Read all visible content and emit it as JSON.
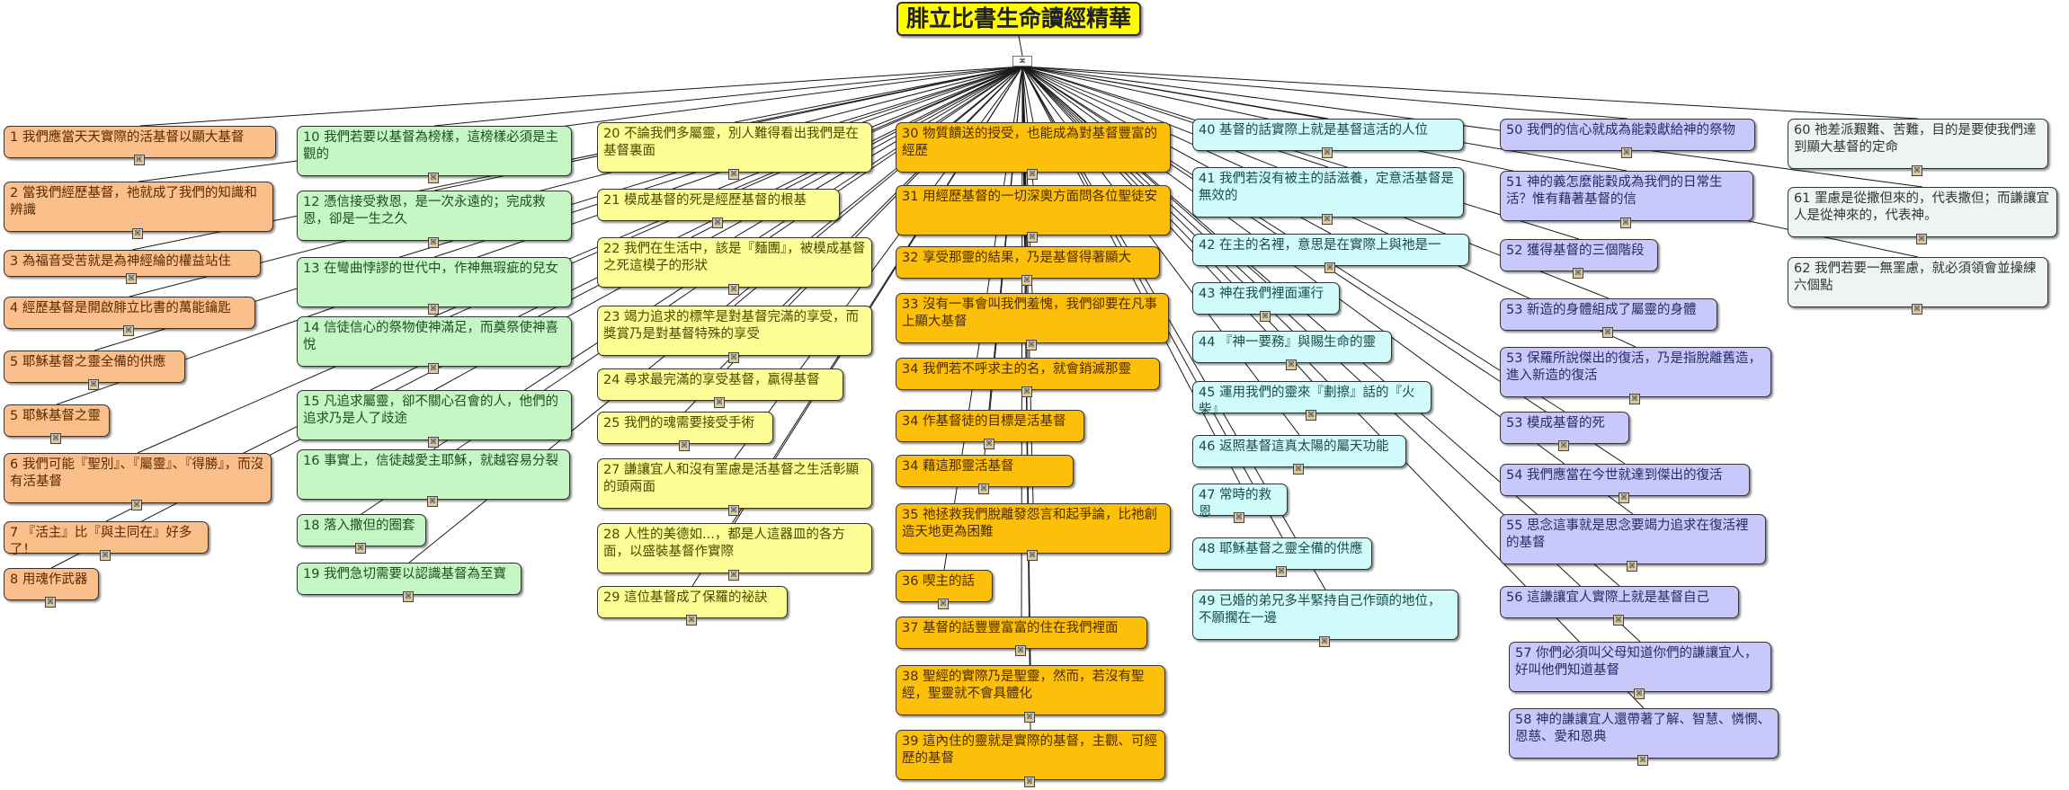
{
  "title": "腓立比書生命讀經精華",
  "hub_icon": "link-hub-icon",
  "colors": {
    "orange": "#fbbf8c",
    "green": "#c6f5c6",
    "yellow": "#fdfd96",
    "gold": "#fcc00b",
    "cyan": "#d0fbfb",
    "purple": "#c8c8fb",
    "grey": "#eef3f3",
    "root": "#fffb00"
  },
  "nodes": [
    {
      "text": "1 我們應當天天實際的活基督以顯大基督",
      "color": "orange"
    },
    {
      "text": "2 當我們經歷基督，祂就成了我們的知識和辨識",
      "color": "orange"
    },
    {
      "text": "3 為福音受苦就是為神經綸的權益站住",
      "color": "orange"
    },
    {
      "text": "4 經歷基督是開啟腓立比書的萬能鑰匙",
      "color": "orange"
    },
    {
      "text": "5 耶穌基督之靈全備的供應",
      "color": "orange"
    },
    {
      "text": "5 耶穌基督之靈",
      "color": "orange"
    },
    {
      "text": "6 我們可能『聖別』、『屬靈』、『得勝』，而沒有活基督",
      "color": "orange"
    },
    {
      "text": "7 『活主』比『與主同在』好多了！",
      "color": "orange"
    },
    {
      "text": "8 用魂作武器",
      "color": "orange"
    },
    {
      "text": "10 我們若要以基督為榜樣，這榜樣必須是主觀的",
      "color": "green"
    },
    {
      "text": "12 憑信接受救恩，是一次永遠的；完成救恩，卻是一生之久",
      "color": "green"
    },
    {
      "text": "13 在彎曲悖謬的世代中，作神無瑕疵的兒女",
      "color": "green"
    },
    {
      "text": "14 信徒信心的祭物使神滿足，而奠祭使神喜悅",
      "color": "green"
    },
    {
      "text": "15 凡追求屬靈，卻不關心召會的人，他們的追求乃是人了歧途",
      "color": "green"
    },
    {
      "text": "16 事實上，信徒越愛主耶穌，就越容易分裂",
      "color": "green"
    },
    {
      "text": "18 落入撒但的圈套",
      "color": "green"
    },
    {
      "text": "19 我們急切需要以認識基督為至寶",
      "color": "green"
    },
    {
      "text": "20 不論我們多屬靈，別人難得看出我們是在基督裏面",
      "color": "yellow"
    },
    {
      "text": "21 模成基督的死是經歷基督的根基",
      "color": "yellow"
    },
    {
      "text": "22 我們在生活中，該是『麵團』，被模成基督之死這模子的形狀",
      "color": "yellow"
    },
    {
      "text": "23 竭力追求的標竿是對基督完滿的享受，而獎賞乃是對基督特殊的享受",
      "color": "yellow"
    },
    {
      "text": "24 尋求最完滿的享受基督，贏得基督",
      "color": "yellow"
    },
    {
      "text": "25 我們的魂需要接受手術",
      "color": "yellow"
    },
    {
      "text": "27 謙讓宜人和沒有罣慮是活基督之生活彰顯的頭兩面",
      "color": "yellow"
    },
    {
      "text": "28 人性的美德如...，都是人這器皿的各方面，以盛裝基督作實際",
      "color": "yellow"
    },
    {
      "text": "29 這位基督成了保羅的祕訣",
      "color": "yellow"
    },
    {
      "text": "30 物質饋送的授受，也能成為對基督豐富的經歷",
      "color": "gold"
    },
    {
      "text": "31 用經歷基督的一切深奧方面問各位聖徒安",
      "color": "gold"
    },
    {
      "text": "32 享受那靈的結果，乃是基督得著顯大",
      "color": "gold"
    },
    {
      "text": "33 沒有一事會叫我們羞愧，我們卻要在凡事上顯大基督",
      "color": "gold"
    },
    {
      "text": "34 我們若不呼求主的名，就會銷滅那靈",
      "color": "gold"
    },
    {
      "text": "34 作基督徒的目標是活基督",
      "color": "gold"
    },
    {
      "text": "34 藉這那靈活基督",
      "color": "gold"
    },
    {
      "text": "35 祂拯救我們脫離發怨言和起爭論，比祂創造天地更為困難",
      "color": "gold"
    },
    {
      "text": "36 喫主的話",
      "color": "gold"
    },
    {
      "text": "37 基督的話豐豐富富的住在我們裡面",
      "color": "gold"
    },
    {
      "text": "38 聖經的實際乃是聖靈，然而，若沒有聖經，聖靈就不會具體化",
      "color": "gold"
    },
    {
      "text": "39 這內住的靈就是實際的基督，主觀、可經歷的基督",
      "color": "gold"
    },
    {
      "text": "40 基督的話實際上就是基督這活的人位",
      "color": "cyan"
    },
    {
      "text": "41 我們若沒有被主的話滋養，定意活基督是無效的",
      "color": "cyan"
    },
    {
      "text": "42 在主的名裡，意思是在實際上與祂是一",
      "color": "cyan"
    },
    {
      "text": "43 神在我們裡面運行",
      "color": "cyan"
    },
    {
      "text": "44 『神一要務』與賜生命的靈",
      "color": "cyan"
    },
    {
      "text": "45 運用我們的靈來『劃擦』話的『火柴』",
      "color": "cyan"
    },
    {
      "text": "46 返照基督這真太陽的屬天功能",
      "color": "cyan"
    },
    {
      "text": "47 常時的救恩",
      "color": "cyan"
    },
    {
      "text": "48 耶穌基督之靈全備的供應",
      "color": "cyan"
    },
    {
      "text": "49 已婚的弟兄多半緊持自己作頭的地位，不願擱在一邊",
      "color": "cyan"
    },
    {
      "text": "50 我們的信心就成為能穀獻給神的祭物",
      "color": "purple"
    },
    {
      "text": "51 神的義怎麼能穀成為我們的日常生活？惟有藉著基督的信",
      "color": "purple"
    },
    {
      "text": "52 獲得基督的三個階段",
      "color": "purple"
    },
    {
      "text": "53 新造的身體組成了屬靈的身體",
      "color": "purple"
    },
    {
      "text": "53 保羅所說傑出的復活，乃是指脫離舊造，進入新造的復活",
      "color": "purple"
    },
    {
      "text": "53 模成基督的死",
      "color": "purple"
    },
    {
      "text": "54 我們應當在今世就達到傑出的復活",
      "color": "purple"
    },
    {
      "text": "55 思念這事就是思念要竭力追求在復活裡的基督",
      "color": "purple"
    },
    {
      "text": "56 這謙讓宜人實際上就是基督自己",
      "color": "purple"
    },
    {
      "text": "57 你們必須叫父母知道你們的謙讓宜人，好叫他們知道基督",
      "color": "purple"
    },
    {
      "text": "58 神的謙讓宜人還帶著了解、智慧、憐憫、恩慈、愛和恩典",
      "color": "purple"
    },
    {
      "text": "60 祂差派艱難、苦難，目的是要使我們達到顯大基督的定命",
      "color": "grey"
    },
    {
      "text": "61 罣慮是從撒但來的，代表撒但；而謙讓宜人是從神來的，代表神。",
      "color": "grey"
    },
    {
      "text": "62 我們若要一無罣慮，就必須領會並操練六個點",
      "color": "grey"
    }
  ]
}
